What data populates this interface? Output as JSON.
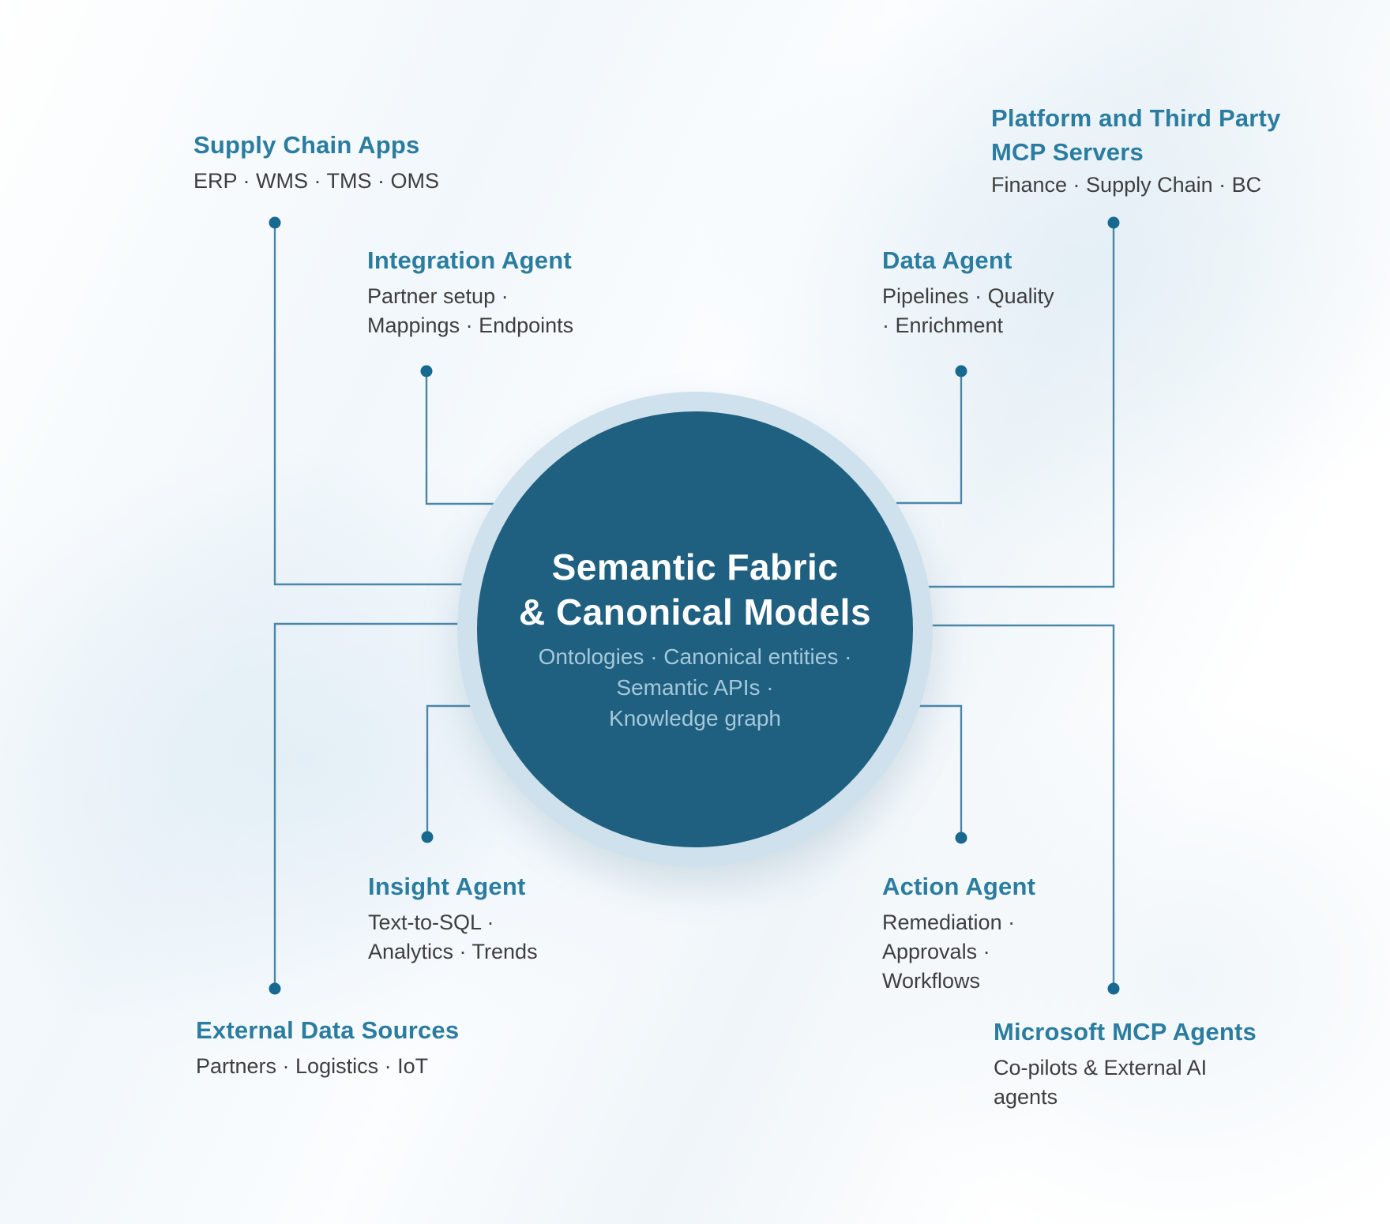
{
  "diagram_title": "Semantic Fabric & Canonical Models",
  "colors": {
    "heading": "#2b7da0",
    "body_text": "#3e3e3e",
    "circle_fill": "#1f6080",
    "circle_ring": "#cfe1ec",
    "circle_title": "#ffffff",
    "circle_subtitle": "#a5c8db",
    "connector": "#4b87a8",
    "dot": "#17698f",
    "background": "#fbfdfe"
  },
  "center": {
    "title_line1": "Semantic Fabric",
    "title_line2": "& Canonical Models",
    "subtitle_line1": "Ontologies · Canonical entities ·",
    "subtitle_line2": "Semantic APIs ·",
    "subtitle_line3": "Knowledge graph"
  },
  "nodes": {
    "supply_chain_apps": {
      "title": "Supply Chain Apps",
      "line1": "ERP · WMS · TMS · OMS"
    },
    "platform_mcp_servers": {
      "title_line1": "Platform and Third Party",
      "title_line2": "MCP Servers",
      "line1": "Finance · Supply Chain · BC"
    },
    "integration_agent": {
      "title": "Integration Agent",
      "line1": "Partner setup ·",
      "line2": "Mappings · Endpoints"
    },
    "data_agent": {
      "title": "Data Agent",
      "line1": "Pipelines · Quality",
      "line2": "· Enrichment"
    },
    "insight_agent": {
      "title": "Insight Agent",
      "line1": "Text-to-SQL ·",
      "line2": "Analytics · Trends"
    },
    "action_agent": {
      "title": "Action Agent",
      "line1": "Remediation ·",
      "line2": "Approvals ·",
      "line3": "Workflows"
    },
    "external_data_sources": {
      "title": "External Data Sources",
      "line1": "Partners · Logistics · IoT"
    },
    "microsoft_mcp_agents": {
      "title": "Microsoft MCP Agents",
      "line1": "Co-pilots & External AI",
      "line2": "agents"
    }
  }
}
